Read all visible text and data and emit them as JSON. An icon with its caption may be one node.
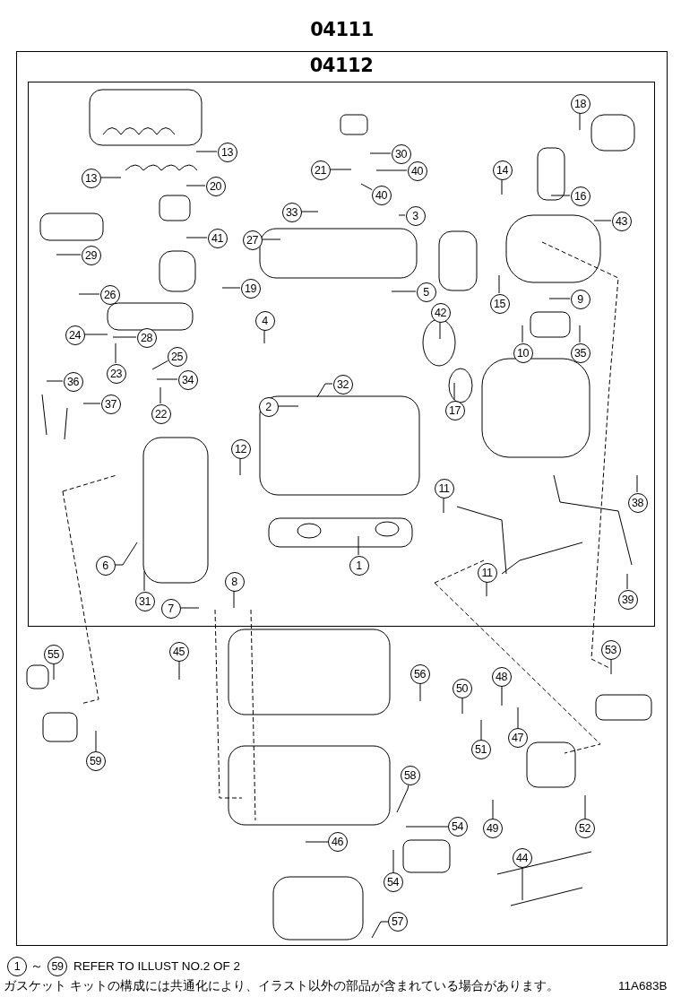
{
  "diagram": {
    "nodes": [
      {
        "text": [
          "04111"
        ]
      },
      {
        "text": [
          "04112"
        ],
        "in": 0
      },
      {
        "text": [
          "18"
        ],
        "in": 1
      },
      {
        "text": [
          "13"
        ],
        "in": 1
      },
      {
        "text": [
          "30"
        ],
        "in": 1
      },
      {
        "text": [
          "21"
        ],
        "in": 1
      },
      {
        "text": [
          "14"
        ],
        "in": 1
      },
      {
        "text": [
          "40"
        ],
        "in": 1
      },
      {
        "text": [
          "13"
        ],
        "in": 1
      },
      {
        "text": [
          "20"
        ],
        "in": 1
      },
      {
        "text": [
          "40"
        ],
        "in": 1
      },
      {
        "text": [
          "16"
        ],
        "in": 1
      },
      {
        "text": [
          "3"
        ],
        "in": 1
      },
      {
        "text": [
          "33"
        ],
        "in": 1
      },
      {
        "text": [
          "43"
        ],
        "in": 1
      },
      {
        "text": [
          "41"
        ],
        "in": 1
      },
      {
        "text": [
          "27"
        ],
        "in": 1
      },
      {
        "text": [
          "29"
        ],
        "in": 1
      },
      {
        "text": [
          "19"
        ],
        "in": 1
      },
      {
        "text": [
          "5"
        ],
        "in": 1
      },
      {
        "text": [
          "26"
        ],
        "in": 1
      },
      {
        "text": [
          "9"
        ],
        "in": 1
      },
      {
        "text": [
          "15"
        ],
        "in": 1
      },
      {
        "text": [
          "42"
        ],
        "in": 1
      },
      {
        "text": [
          "4"
        ],
        "in": 1
      },
      {
        "text": [
          "24"
        ],
        "in": 1
      },
      {
        "text": [
          "28"
        ],
        "in": 1
      },
      {
        "text": [
          "10"
        ],
        "in": 1
      },
      {
        "text": [
          "35"
        ],
        "in": 1
      },
      {
        "text": [
          "25"
        ],
        "in": 1
      },
      {
        "text": [
          "23"
        ],
        "in": 1
      },
      {
        "text": [
          "34"
        ],
        "in": 1
      },
      {
        "text": [
          "36"
        ],
        "in": 1
      },
      {
        "text": [
          "32"
        ],
        "in": 1
      },
      {
        "text": [
          "37"
        ],
        "in": 1
      },
      {
        "text": [
          "2"
        ],
        "in": 1
      },
      {
        "text": [
          "17"
        ],
        "in": 1
      },
      {
        "text": [
          "22"
        ],
        "in": 1
      },
      {
        "text": [
          "12"
        ],
        "in": 1
      },
      {
        "text": [
          "11"
        ],
        "in": 1
      },
      {
        "text": [
          "38"
        ],
        "in": 1
      },
      {
        "text": [
          "1"
        ],
        "in": 1
      },
      {
        "text": [
          "6"
        ],
        "in": 1
      },
      {
        "text": [
          "11"
        ],
        "in": 1
      },
      {
        "text": [
          "8"
        ],
        "in": 1
      },
      {
        "text": [
          "39"
        ],
        "in": 1
      },
      {
        "text": [
          "31"
        ],
        "in": 1
      },
      {
        "text": [
          "7"
        ],
        "in": 1
      },
      {
        "text": [
          "53"
        ],
        "in": 0
      },
      {
        "text": [
          "45"
        ],
        "in": 0
      },
      {
        "text": [
          "55"
        ],
        "in": 0
      },
      {
        "text": [
          "56"
        ],
        "in": 0
      },
      {
        "text": [
          "48"
        ],
        "in": 0
      },
      {
        "text": [
          "50"
        ],
        "in": 0
      },
      {
        "text": [
          "47"
        ],
        "in": 0
      },
      {
        "text": [
          "51"
        ],
        "in": 0
      },
      {
        "text": [
          "59"
        ],
        "in": 0
      },
      {
        "text": [
          "58"
        ],
        "in": 0
      },
      {
        "text": [
          "54"
        ],
        "in": 0
      },
      {
        "text": [
          "49"
        ],
        "in": 0
      },
      {
        "text": [
          "52"
        ],
        "in": 0
      },
      {
        "text": [
          "46"
        ],
        "in": 0
      },
      {
        "text": [
          "44"
        ],
        "in": 0
      },
      {
        "text": [
          "54"
        ],
        "in": 0
      },
      {
        "text": [
          "57"
        ],
        "in": 0
      },
      {
        "text": [
          "1"
        ]
      },
      {
        "text": [
          "59"
        ]
      }
    ],
    "edges": [
      {
        "from": 2,
        "to": null,
        "arrow": "none"
      },
      {
        "from": 3,
        "to": null,
        "arrow": "none"
      },
      {
        "from": 4,
        "to": null,
        "arrow": "none"
      },
      {
        "from": 5,
        "to": null,
        "arrow": "none"
      },
      {
        "from": 6,
        "to": null,
        "arrow": "none"
      },
      {
        "from": 7,
        "to": null,
        "arrow": "none"
      },
      {
        "from": 8,
        "to": null,
        "arrow": "none"
      },
      {
        "from": 9,
        "to": null,
        "arrow": "none"
      },
      {
        "from": 10,
        "to": null,
        "arrow": "none"
      },
      {
        "from": 11,
        "to": null,
        "arrow": "none"
      },
      {
        "from": 12,
        "to": null,
        "arrow": "none"
      },
      {
        "from": 13,
        "to": null,
        "arrow": "none"
      },
      {
        "from": 14,
        "to": null,
        "arrow": "none"
      },
      {
        "from": 15,
        "to": null,
        "arrow": "none"
      },
      {
        "from": 16,
        "to": null,
        "arrow": "none"
      },
      {
        "from": 17,
        "to": null,
        "arrow": "none"
      },
      {
        "from": 18,
        "to": null,
        "arrow": "none"
      },
      {
        "from": 19,
        "to": null,
        "arrow": "none"
      },
      {
        "from": 20,
        "to": null,
        "arrow": "none"
      },
      {
        "from": 21,
        "to": null,
        "arrow": "none"
      },
      {
        "from": 22,
        "to": null,
        "arrow": "none"
      },
      {
        "from": 23,
        "to": null,
        "arrow": "none"
      },
      {
        "from": 24,
        "to": null,
        "arrow": "none"
      },
      {
        "from": 25,
        "to": null,
        "arrow": "none"
      },
      {
        "from": 26,
        "to": null,
        "arrow": "none"
      },
      {
        "from": 27,
        "to": null,
        "arrow": "none"
      },
      {
        "from": 28,
        "to": null,
        "arrow": "none"
      },
      {
        "from": 29,
        "to": null,
        "arrow": "none"
      },
      {
        "from": 30,
        "to": null,
        "arrow": "none"
      },
      {
        "from": 31,
        "to": null,
        "arrow": "none"
      },
      {
        "from": 32,
        "to": null,
        "arrow": "none"
      },
      {
        "from": 33,
        "to": null,
        "arrow": "none"
      },
      {
        "from": 34,
        "to": null,
        "arrow": "none"
      },
      {
        "from": 35,
        "to": null,
        "arrow": "none"
      },
      {
        "from": 36,
        "to": null,
        "arrow": "none"
      },
      {
        "from": 37,
        "to": null,
        "arrow": "none"
      },
      {
        "from": 38,
        "to": null,
        "arrow": "none"
      },
      {
        "from": 39,
        "to": null,
        "arrow": "none"
      },
      {
        "from": 40,
        "to": null,
        "arrow": "none"
      },
      {
        "from": 41,
        "to": null,
        "arrow": "none"
      },
      {
        "from": 42,
        "to": null,
        "arrow": "none"
      },
      {
        "from": 43,
        "to": null,
        "arrow": "none"
      },
      {
        "from": 44,
        "to": null,
        "arrow": "none"
      },
      {
        "from": 45,
        "to": null,
        "arrow": "none"
      },
      {
        "from": 46,
        "to": null,
        "arrow": "none"
      },
      {
        "from": 47,
        "to": null,
        "arrow": "none"
      },
      {
        "from": 48,
        "to": null,
        "arrow": "none"
      },
      {
        "from": 49,
        "to": null,
        "arrow": "none"
      },
      {
        "from": 50,
        "to": null,
        "arrow": "none"
      },
      {
        "from": 51,
        "to": null,
        "arrow": "none"
      },
      {
        "from": 52,
        "to": null,
        "arrow": "none"
      },
      {
        "from": 53,
        "to": null,
        "arrow": "none"
      },
      {
        "from": 54,
        "to": null,
        "arrow": "none"
      },
      {
        "from": 55,
        "to": null,
        "arrow": "none"
      },
      {
        "from": 56,
        "to": null,
        "arrow": "none"
      },
      {
        "from": 57,
        "to": null,
        "arrow": "none"
      },
      {
        "from": 58,
        "to": null,
        "arrow": "none"
      },
      {
        "from": 59,
        "to": null,
        "arrow": "none"
      },
      {
        "from": 60,
        "to": null,
        "arrow": "none"
      },
      {
        "from": 61,
        "to": null,
        "arrow": "none"
      },
      {
        "from": 62,
        "to": null,
        "arrow": "none"
      },
      {
        "from": 63,
        "to": null,
        "arrow": "none"
      },
      {
        "from": 64,
        "to": null,
        "arrow": "none"
      }
    ],
    "labels": [
      "～",
      "REFER TO ILLUST NO.2 OF 2",
      "ガスケット キットの構成には共通化により、イラスト以外の部品が含まれている場合があります。",
      "11A683B"
    ]
  }
}
